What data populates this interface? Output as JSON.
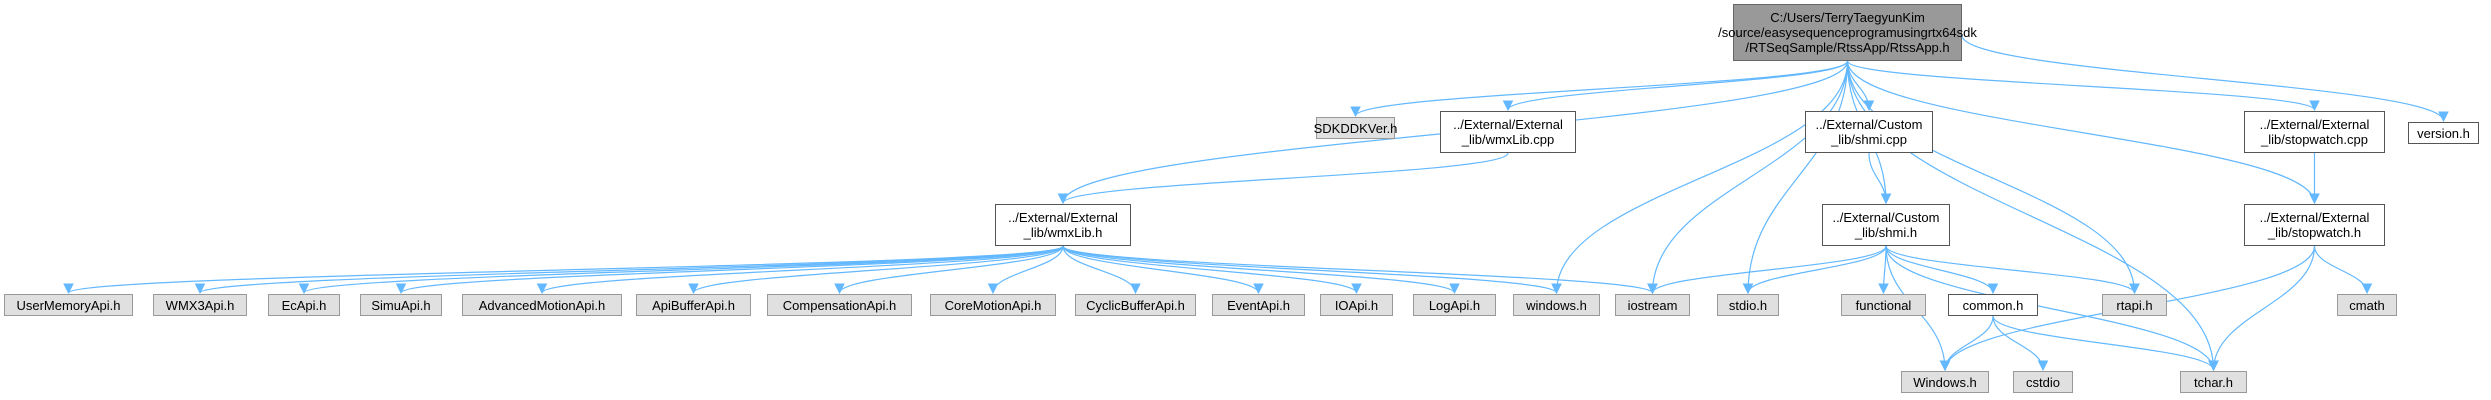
{
  "colors": {
    "edge": "#63b8ff",
    "system_node": "#e0e0e0",
    "documented_node": "#ffffff",
    "root_node": "#999999"
  },
  "nodes": {
    "root": "C:/Users/TerryTaegyunKim\n/source/easysequenceprogramusingrtx64sdk\n/RTSeqSample/RtssApp/RtssApp.h",
    "sdkddkver": "SDKDDKVer.h",
    "wmxlib_cpp": "../External/External\n_lib/wmxLib.cpp",
    "shmi_cpp": "../External/Custom\n_lib/shmi.cpp",
    "stopwatch_cpp": "../External/External\n_lib/stopwatch.cpp",
    "version": "version.h",
    "wmxlib_h": "../External/External\n_lib/wmxLib.h",
    "shmi_h": "../External/Custom\n_lib/shmi.h",
    "stopwatch_h": "../External/External\n_lib/stopwatch.h",
    "usermemoryapi": "UserMemoryApi.h",
    "wmx3api": "WMX3Api.h",
    "ecapi": "EcApi.h",
    "simuapi": "SimuApi.h",
    "advancedmotionapi": "AdvancedMotionApi.h",
    "apibufferapi": "ApiBufferApi.h",
    "compensationapi": "CompensationApi.h",
    "coremotionapi": "CoreMotionApi.h",
    "cyclicbufferapi": "CyclicBufferApi.h",
    "eventapi": "EventApi.h",
    "ioapi": "IOApi.h",
    "logapi": "LogApi.h",
    "windows_lc": "windows.h",
    "iostream": "iostream",
    "stdio": "stdio.h",
    "functional": "functional",
    "common": "common.h",
    "rtapi": "rtapi.h",
    "cmath": "cmath",
    "windows_uc": "Windows.h",
    "cstdio": "cstdio",
    "tchar": "tchar.h"
  },
  "edges": [
    [
      "root",
      "sdkddkver"
    ],
    [
      "root",
      "wmxlib_cpp"
    ],
    [
      "root",
      "wmxlib_h"
    ],
    [
      "root",
      "windows_lc"
    ],
    [
      "root",
      "iostream"
    ],
    [
      "root",
      "stdio"
    ],
    [
      "root",
      "shmi_cpp"
    ],
    [
      "root",
      "shmi_h"
    ],
    [
      "root",
      "rtapi"
    ],
    [
      "root",
      "tchar"
    ],
    [
      "root",
      "stopwatch_h"
    ],
    [
      "root",
      "stopwatch_cpp"
    ],
    [
      "root",
      "version"
    ],
    [
      "wmxlib_cpp",
      "wmxlib_h"
    ],
    [
      "shmi_cpp",
      "shmi_h"
    ],
    [
      "stopwatch_cpp",
      "stopwatch_h"
    ],
    [
      "wmxlib_h",
      "usermemoryapi"
    ],
    [
      "wmxlib_h",
      "wmx3api"
    ],
    [
      "wmxlib_h",
      "ecapi"
    ],
    [
      "wmxlib_h",
      "simuapi"
    ],
    [
      "wmxlib_h",
      "advancedmotionapi"
    ],
    [
      "wmxlib_h",
      "apibufferapi"
    ],
    [
      "wmxlib_h",
      "compensationapi"
    ],
    [
      "wmxlib_h",
      "coremotionapi"
    ],
    [
      "wmxlib_h",
      "cyclicbufferapi"
    ],
    [
      "wmxlib_h",
      "eventapi"
    ],
    [
      "wmxlib_h",
      "ioapi"
    ],
    [
      "wmxlib_h",
      "logapi"
    ],
    [
      "wmxlib_h",
      "windows_lc"
    ],
    [
      "wmxlib_h",
      "iostream"
    ],
    [
      "shmi_h",
      "iostream"
    ],
    [
      "shmi_h",
      "stdio"
    ],
    [
      "shmi_h",
      "functional"
    ],
    [
      "shmi_h",
      "common"
    ],
    [
      "shmi_h",
      "rtapi"
    ],
    [
      "shmi_h",
      "tchar"
    ],
    [
      "shmi_h",
      "windows_uc"
    ],
    [
      "common",
      "windows_uc"
    ],
    [
      "common",
      "cstdio"
    ],
    [
      "common",
      "tchar"
    ],
    [
      "stopwatch_h",
      "windows_uc"
    ],
    [
      "stopwatch_h",
      "tchar"
    ],
    [
      "stopwatch_h",
      "cmath"
    ]
  ]
}
